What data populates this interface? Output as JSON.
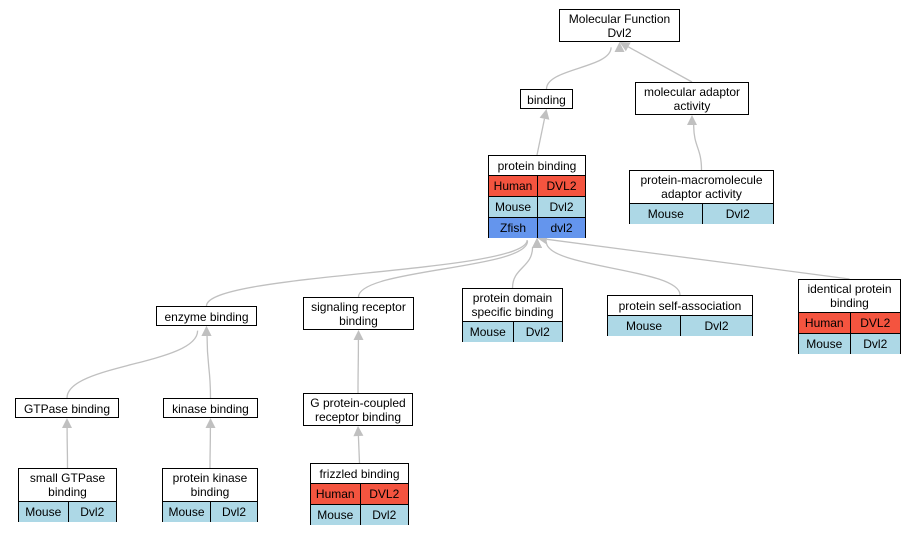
{
  "colors": {
    "human": "#f4543f",
    "mouse": "#add8e6",
    "zfish": "#6495ed",
    "edge": "#c0c0c0"
  },
  "nodes": {
    "molecular_function": {
      "label": "Molecular Function\nDvl2"
    },
    "binding": {
      "label": "binding"
    },
    "molecular_adaptor_activity": {
      "label": "molecular adaptor\nactivity"
    },
    "protein_binding": {
      "label": "protein binding",
      "rows": [
        {
          "species": "Human",
          "gene": "DVL2"
        },
        {
          "species": "Mouse",
          "gene": "Dvl2"
        },
        {
          "species": "Zfish",
          "gene": "dvl2"
        }
      ]
    },
    "protein_macromolecule_adaptor_activity": {
      "label": "protein-macromolecule\nadaptor activity",
      "rows": [
        {
          "species": "Mouse",
          "gene": "Dvl2"
        }
      ]
    },
    "enzyme_binding": {
      "label": "enzyme binding"
    },
    "signaling_receptor_binding": {
      "label": "signaling receptor\nbinding"
    },
    "protein_domain_specific_binding": {
      "label": "protein domain\nspecific binding",
      "rows": [
        {
          "species": "Mouse",
          "gene": "Dvl2"
        }
      ]
    },
    "protein_self_association": {
      "label": "protein self-association",
      "rows": [
        {
          "species": "Mouse",
          "gene": "Dvl2"
        }
      ]
    },
    "identical_protein_binding": {
      "label": "identical protein\nbinding",
      "rows": [
        {
          "species": "Human",
          "gene": "DVL2"
        },
        {
          "species": "Mouse",
          "gene": "Dvl2"
        }
      ]
    },
    "gtpase_binding": {
      "label": "GTPase binding"
    },
    "kinase_binding": {
      "label": "kinase binding"
    },
    "g_protein_coupled_receptor_binding": {
      "label": "G protein-coupled\nreceptor binding"
    },
    "small_gtpase_binding": {
      "label": "small GTPase\nbinding",
      "rows": [
        {
          "species": "Mouse",
          "gene": "Dvl2"
        }
      ]
    },
    "protein_kinase_binding": {
      "label": "protein kinase\nbinding",
      "rows": [
        {
          "species": "Mouse",
          "gene": "Dvl2"
        }
      ]
    },
    "frizzled_binding": {
      "label": "frizzled binding",
      "rows": [
        {
          "species": "Human",
          "gene": "DVL2"
        },
        {
          "species": "Mouse",
          "gene": "Dvl2"
        }
      ]
    }
  },
  "edges": [
    {
      "from": "binding",
      "to": "molecular_function"
    },
    {
      "from": "molecular_adaptor_activity",
      "to": "molecular_function"
    },
    {
      "from": "protein_binding",
      "to": "binding"
    },
    {
      "from": "protein_macromolecule_adaptor_activity",
      "to": "molecular_adaptor_activity"
    },
    {
      "from": "enzyme_binding",
      "to": "protein_binding"
    },
    {
      "from": "signaling_receptor_binding",
      "to": "protein_binding"
    },
    {
      "from": "protein_domain_specific_binding",
      "to": "protein_binding"
    },
    {
      "from": "protein_self_association",
      "to": "protein_binding"
    },
    {
      "from": "identical_protein_binding",
      "to": "protein_binding"
    },
    {
      "from": "gtpase_binding",
      "to": "enzyme_binding"
    },
    {
      "from": "kinase_binding",
      "to": "enzyme_binding"
    },
    {
      "from": "g_protein_coupled_receptor_binding",
      "to": "signaling_receptor_binding"
    },
    {
      "from": "small_gtpase_binding",
      "to": "gtpase_binding"
    },
    {
      "from": "protein_kinase_binding",
      "to": "kinase_binding"
    },
    {
      "from": "frizzled_binding",
      "to": "g_protein_coupled_receptor_binding"
    }
  ]
}
